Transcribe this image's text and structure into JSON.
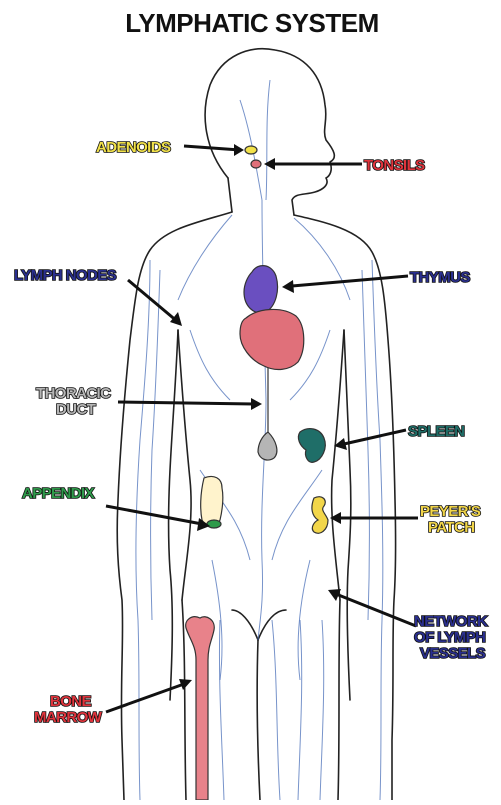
{
  "title": "LYMPHATIC SYSTEM",
  "labels": {
    "adenoids": "ADENOIDS",
    "tonsils": "TONSILS",
    "lymph_nodes": "LYMPH NODES",
    "thymus": "THYMUS",
    "thoracic_duct_1": "THORACIC",
    "thoracic_duct_2": "DUCT",
    "spleen": "SPLEEN",
    "appendix": "APPENDIX",
    "peyers_1": "PEYER'S",
    "peyers_2": "PATCH",
    "network_1": "NETWORK",
    "network_2": "OF LYMPH",
    "network_3": "VESSELS",
    "bone_1": "BONE",
    "bone_2": "MARROW"
  },
  "colors": {
    "adenoids": "#f2e24a",
    "tonsils": "#e0343c",
    "lymph_nodes": "#2a2f8f",
    "thymus": "#2a2f8f",
    "thoracic_duct": "#b5b5b5",
    "spleen": "#1f6e68",
    "appendix": "#2e9a4a",
    "peyers_patch": "#f2d64a",
    "network": "#2a2f8f",
    "bone_marrow": "#e0343c",
    "thymus_fill": "#6a4fc0",
    "heart_fill": "#e0707a",
    "vessels": "#4a6fb8"
  }
}
